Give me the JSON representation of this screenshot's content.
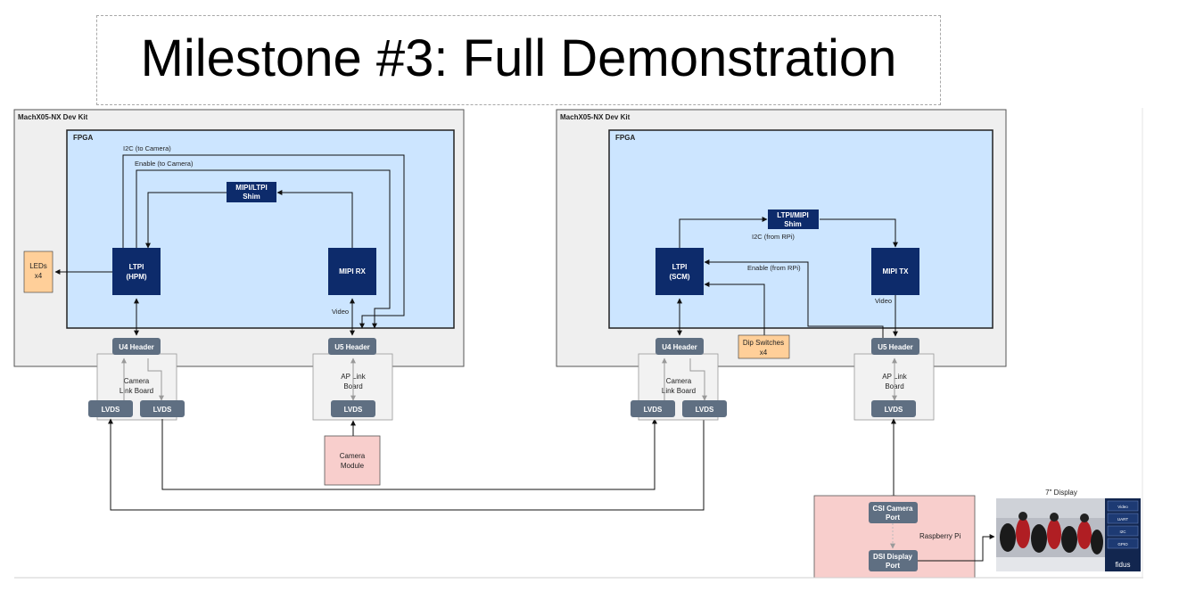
{
  "slide": {
    "title": "Milestone #3: Full Demonstration"
  },
  "left": {
    "kit_label": "MachX05-NX Dev Kit",
    "fpga_label": "FPGA",
    "ltpi": [
      "LTPI",
      "(HPM)"
    ],
    "mipi_rx": "MIPI RX",
    "shim": [
      "MIPI/LTPI",
      "Shim"
    ],
    "i2c_label": "I2C (to Camera)",
    "enable_label": "Enable (to Camera)",
    "video_label": "Video",
    "leds": [
      "LEDs",
      "x4"
    ],
    "u4_header": "U4 Header",
    "u5_header": "U5 Header",
    "camera_link_board": [
      "Camera",
      "Link Board"
    ],
    "ap_link_board": [
      "AP Link",
      "Board"
    ],
    "lvds_1": "LVDS",
    "lvds_2": "LVDS",
    "lvds_3": "LVDS",
    "camera_module": [
      "Camera",
      "Module"
    ]
  },
  "right": {
    "kit_label": "MachX05-NX Dev Kit",
    "fpga_label": "FPGA",
    "ltpi": [
      "LTPI",
      "(SCM)"
    ],
    "mipi_tx": "MIPI TX",
    "shim": [
      "LTPI/MIPI",
      "Shim"
    ],
    "i2c_label": "I2C (from RPi)",
    "enable_label": "Enable (from RPi)",
    "video_label": "Video",
    "dip_switches": [
      "Dip Switches",
      "x4"
    ],
    "u4_header": "U4 Header",
    "u5_header": "U5 Header",
    "camera_link_board": [
      "Camera",
      "Link Board"
    ],
    "ap_link_board": [
      "AP Link",
      "Board"
    ],
    "lvds_1": "LVDS",
    "lvds_2": "LVDS",
    "lvds_3": "LVDS"
  },
  "rpi": {
    "label": "Raspberry Pi",
    "csi_port": [
      "CSI Camera",
      "Port"
    ],
    "dsi_port": [
      "DSI Display",
      "Port"
    ]
  },
  "display": {
    "label": "7\" Display",
    "menu": [
      "Video",
      "UART",
      "I2C",
      "GPIO"
    ],
    "brand": "fidus"
  },
  "colors": {
    "kit_bg": "#efefef",
    "fpga_bg": "#cce5ff",
    "block_dark": "#0d2b6b",
    "header_grey": "#5f6f82",
    "orange": "#ffcf99",
    "pink": "#f8cecc"
  }
}
